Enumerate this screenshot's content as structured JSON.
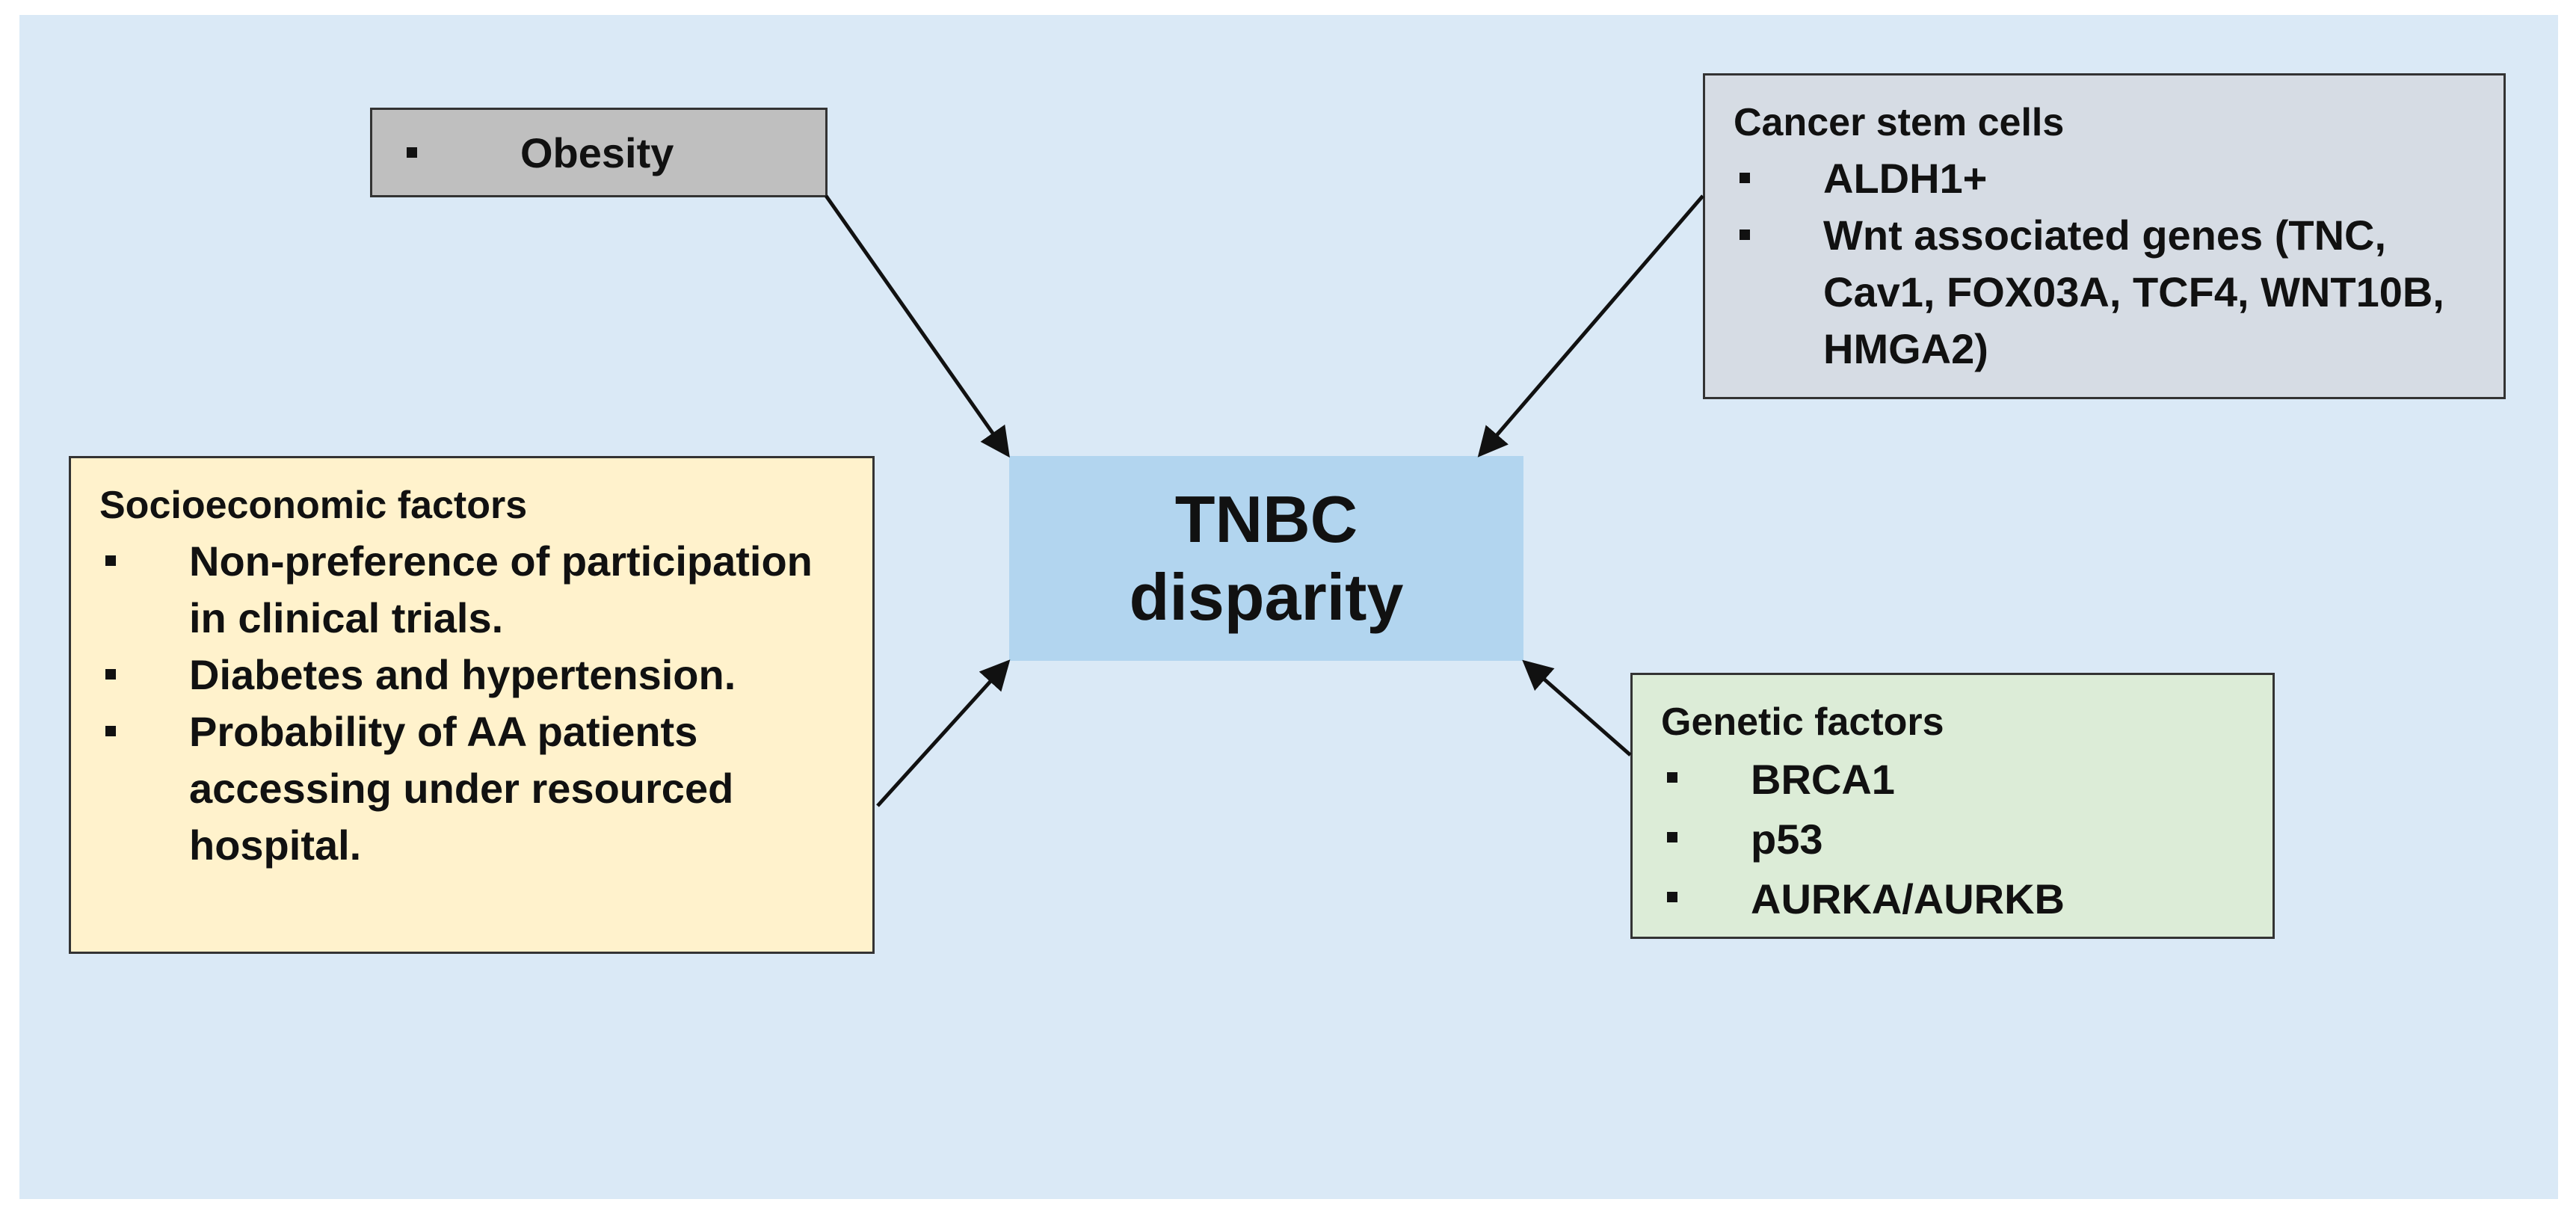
{
  "center": {
    "line1": "TNBC",
    "line2": "disparity"
  },
  "obesity": {
    "items": [
      "Obesity"
    ]
  },
  "cancer_stem_cells": {
    "title": "Cancer stem cells",
    "items": [
      "ALDH1+",
      "Wnt associated genes (TNC, Cav1, FOX03A, TCF4, WNT10B, HMGA2)"
    ]
  },
  "socioeconomic": {
    "title": "Socioeconomic factors",
    "items": [
      "Non-preference of participation in clinical trials.",
      "Diabetes and hypertension.",
      "Probability of AA patients accessing under resourced hospital."
    ]
  },
  "genetic": {
    "title": "Genetic factors",
    "items": [
      "BRCA1",
      "p53",
      "AURKA/AURKB"
    ]
  },
  "colors": {
    "background": "#dae9f6",
    "center_box": "#b2d5ef",
    "obesity_box": "#bfbfbf",
    "stem_box": "#d6dce4",
    "socio_box": "#fff2cc",
    "genetic_box": "#dcecd7"
  }
}
